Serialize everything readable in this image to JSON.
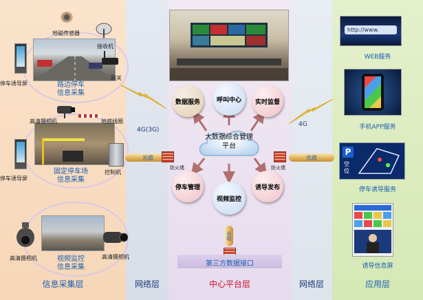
{
  "layers": {
    "collection": "信息采集层",
    "network_left": "网络层",
    "center": "中心平台层",
    "network_right": "网络层",
    "application": "应用层"
  },
  "left": {
    "roadside": {
      "sensor": "地磁传感器",
      "receiver": "接收机",
      "gateway": "网关",
      "guide_screen": "停车诱导屏",
      "title_line1": "路边停车",
      "title_line2": "信息采集"
    },
    "lot": {
      "camera": "高清摄相机",
      "loop": "地感线圈",
      "controller": "控制机",
      "guide_screen": "停车诱导屏",
      "title_line1": "固定停车场",
      "title_line2": "信息采集"
    },
    "video": {
      "camera_left": "高清摄相机",
      "camera_right": "高清摄相机",
      "title_line1": "视频监控",
      "title_line2": "信息采集"
    }
  },
  "network": {
    "left_label": "4G(3G)",
    "right_label": "4G",
    "fiber_left": "光缆",
    "fiber_right": "光缆",
    "fiber_bottom": "光缆"
  },
  "center": {
    "hub_line1": "大数据综合管理",
    "hub_line2": "平台",
    "nodes": {
      "data_service": "数据服务",
      "call_center": "呼叫中心",
      "realtime": "实时监督",
      "parking_mgmt": "停车管理",
      "video_monitor": "视频监控",
      "guide_publish": "诱导发布"
    },
    "firewall_left": "防火墙",
    "firewall_right": "防火墙",
    "third_party": "第三方数据接口"
  },
  "right": {
    "web_url": "http://www.",
    "web_service": "WEB服务",
    "app_service": "手机APP服务",
    "guide_service": "停车诱导服务",
    "guide_p": "P",
    "guide_word1": "空",
    "guide_word2": "位",
    "guide_screen": "诱导信息屏"
  },
  "colors": {
    "accent_blue": "#1a5fb0",
    "layer_label_center": "#c8102e",
    "node_pink": "#f2c9cf",
    "node_tan": "#ecd9c2",
    "node_blue": "#d2e0f3"
  }
}
